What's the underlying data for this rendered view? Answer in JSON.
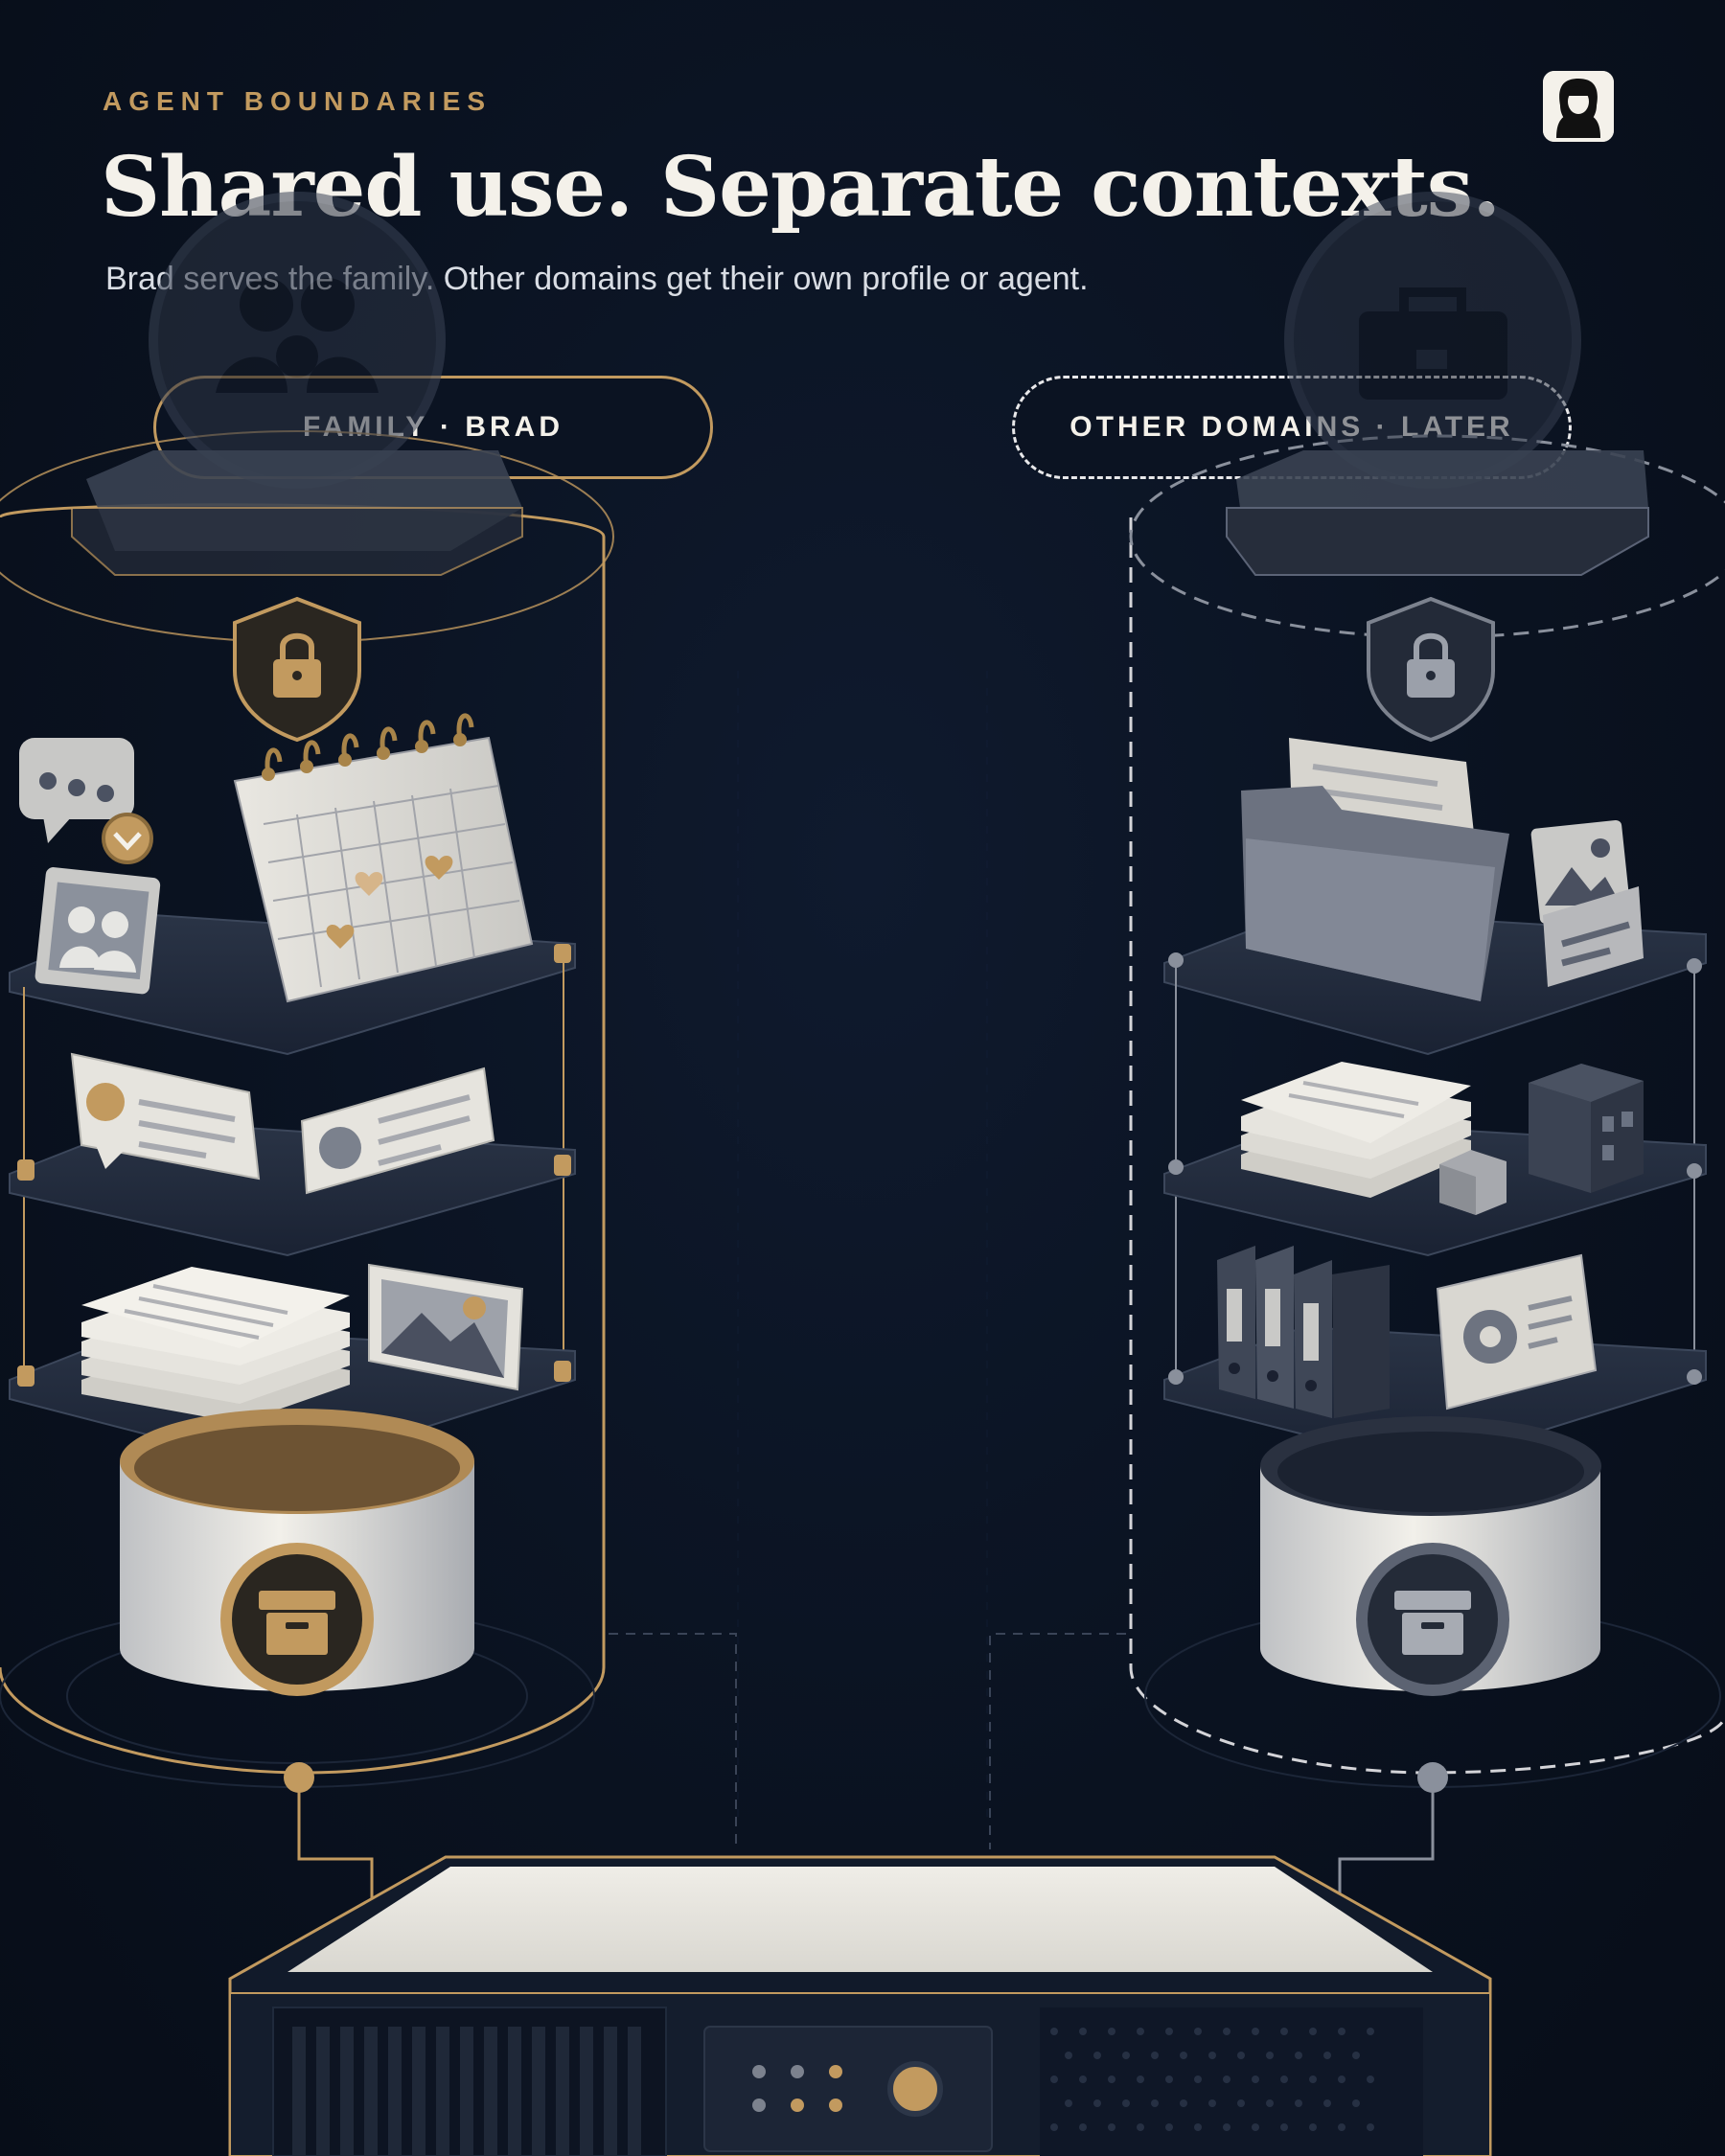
{
  "header": {
    "eyebrow": "AGENT BOUNDARIES",
    "title": "Shared use. Separate contexts.",
    "subtitle": "Brad serves the family. Other domains get their own profile or agent."
  },
  "zones": {
    "family": {
      "label": "FAMILY · BRAD"
    },
    "other": {
      "label": "OTHER DOMAINS · LATER"
    }
  },
  "colors": {
    "background": "#0a1220",
    "accent_gold": "#c29a5f",
    "text_light": "#f4f1ea",
    "muted_gray": "#8a909c"
  },
  "icons": {
    "family_top": "family-icon",
    "other_top": "briefcase-icon",
    "family_shield": "lock-shield-icon",
    "other_shield": "lock-shield-icon",
    "storage": "archive-box-icon",
    "hub": "server-icon",
    "badge": "avatar-icon"
  }
}
